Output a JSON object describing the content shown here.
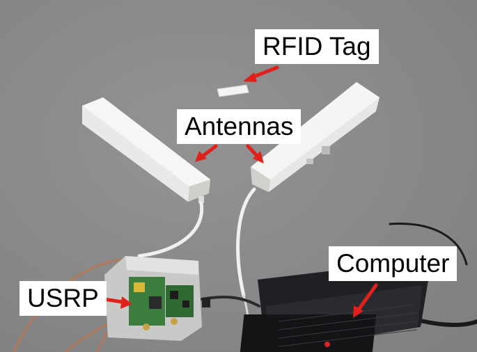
{
  "labels": {
    "rfid_tag": "RFID Tag",
    "antennas": "Antennas",
    "computer": "Computer",
    "usrp": "USRP"
  },
  "colors": {
    "background": "#8e8e8e",
    "label_bg": "#ffffff",
    "label_text": "#000000",
    "arrow": "#e0201b",
    "antenna_body": "#e8e8e6",
    "laptop_body": "#1e1f22",
    "circuit_board": "#3a7a3a"
  }
}
